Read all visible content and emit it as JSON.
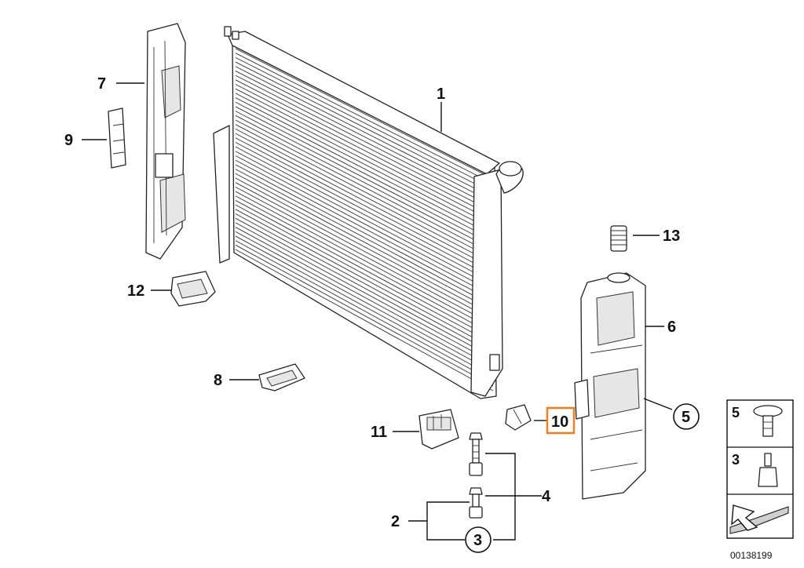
{
  "callouts": {
    "c1": "1",
    "c2": "2",
    "c3_circle": "3",
    "c4": "4",
    "c5_circle": "5",
    "c6": "6",
    "c7": "7",
    "c8": "8",
    "c9": "9",
    "c10": "10",
    "c11": "11",
    "c12": "12",
    "c13": "13"
  },
  "legend": {
    "item5": "5",
    "item3": "3"
  },
  "document_number": "00138199",
  "colors": {
    "highlight": "#ef7d22",
    "line": "#111111"
  }
}
